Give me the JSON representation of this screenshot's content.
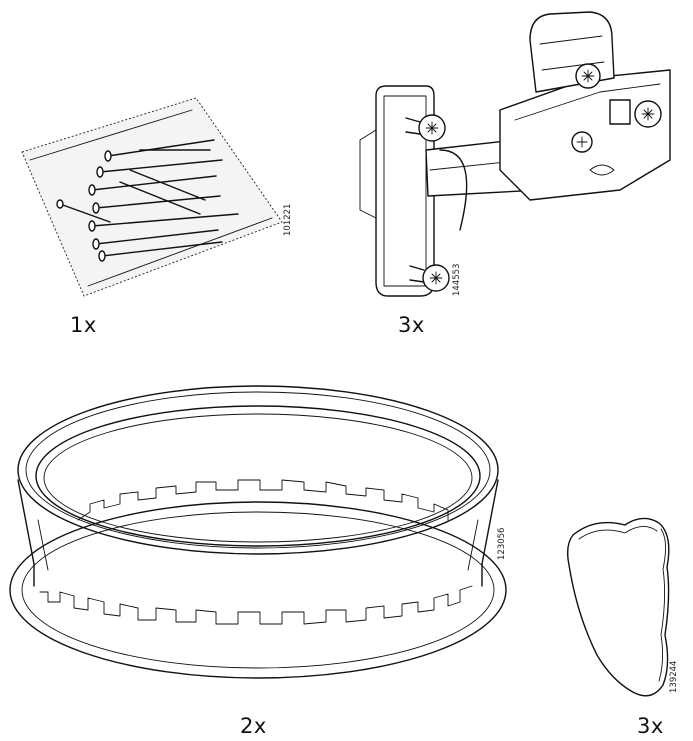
{
  "parts": [
    {
      "id": "nails-bag",
      "quantity": "1x",
      "article_number": "101221",
      "icon": "nail-bag-icon"
    },
    {
      "id": "hinge",
      "quantity": "3x",
      "article_number": "144553",
      "icon": "hinge-icon"
    },
    {
      "id": "ring",
      "quantity": "2x",
      "article_number": "123056",
      "icon": "ring-frame-icon"
    },
    {
      "id": "pad",
      "quantity": "3x",
      "article_number": "139244",
      "icon": "adhesive-pad-icon"
    }
  ]
}
